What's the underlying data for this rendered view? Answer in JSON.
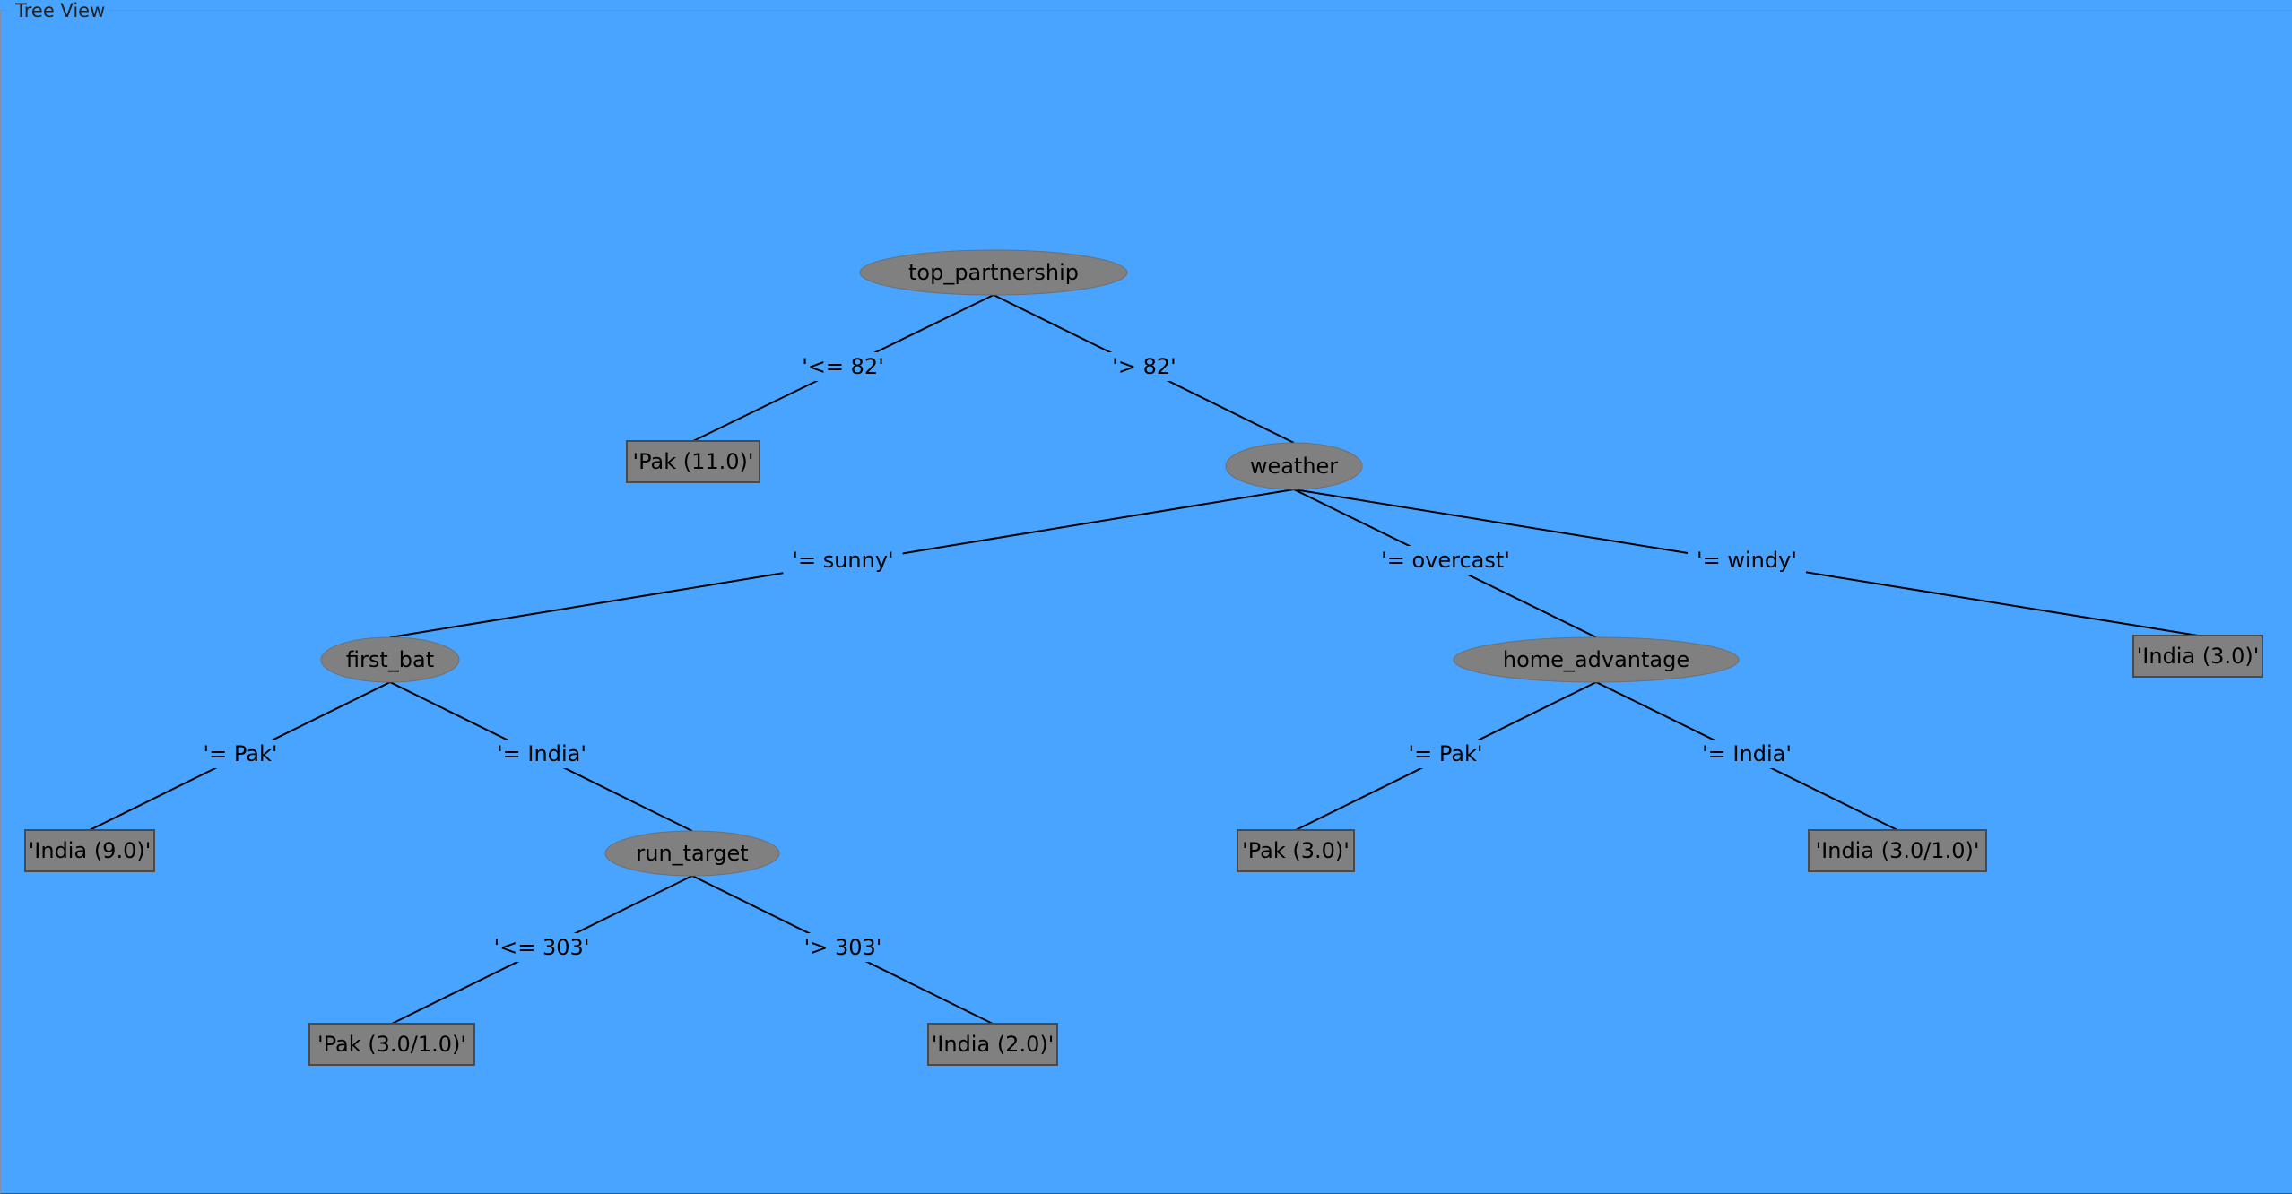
{
  "panel": {
    "title": "Tree View",
    "background_color": "#49a4ff",
    "node_color": "#808080",
    "line_color": "#000000"
  },
  "tree": {
    "nodes": [
      {
        "id": "n_top_partnership",
        "label": "top_partnership",
        "type": "internal"
      },
      {
        "id": "n_pak_11",
        "label": "'Pak (11.0)'",
        "type": "leaf"
      },
      {
        "id": "n_weather",
        "label": "weather",
        "type": "internal"
      },
      {
        "id": "n_first_bat",
        "label": "first_bat",
        "type": "internal"
      },
      {
        "id": "n_home_advantage",
        "label": "home_advantage",
        "type": "internal"
      },
      {
        "id": "n_india_3",
        "label": "'India (3.0)'",
        "type": "leaf"
      },
      {
        "id": "n_india_9",
        "label": "'India (9.0)'",
        "type": "leaf"
      },
      {
        "id": "n_run_target",
        "label": "run_target",
        "type": "internal"
      },
      {
        "id": "n_pak_3",
        "label": "'Pak (3.0)'",
        "type": "leaf"
      },
      {
        "id": "n_india_3_1",
        "label": "'India (3.0/1.0)'",
        "type": "leaf"
      },
      {
        "id": "n_pak_3_1",
        "label": "'Pak (3.0/1.0)'",
        "type": "leaf"
      },
      {
        "id": "n_india_2",
        "label": "'India (2.0)'",
        "type": "leaf"
      }
    ],
    "edges": [
      {
        "from": "n_top_partnership",
        "to": "n_pak_11",
        "label": "'<= 82'"
      },
      {
        "from": "n_top_partnership",
        "to": "n_weather",
        "label": "'> 82'"
      },
      {
        "from": "n_weather",
        "to": "n_first_bat",
        "label": "'= sunny'"
      },
      {
        "from": "n_weather",
        "to": "n_home_advantage",
        "label": "'= overcast'"
      },
      {
        "from": "n_weather",
        "to": "n_india_3",
        "label": "'= windy'"
      },
      {
        "from": "n_first_bat",
        "to": "n_india_9",
        "label": "'= Pak'"
      },
      {
        "from": "n_first_bat",
        "to": "n_run_target",
        "label": "'= India'"
      },
      {
        "from": "n_home_advantage",
        "to": "n_pak_3",
        "label": "'= Pak'"
      },
      {
        "from": "n_home_advantage",
        "to": "n_india_3_1",
        "label": "'= India'"
      },
      {
        "from": "n_run_target",
        "to": "n_pak_3_1",
        "label": "'<= 303'"
      },
      {
        "from": "n_run_target",
        "to": "n_india_2",
        "label": "'> 303'"
      }
    ]
  }
}
